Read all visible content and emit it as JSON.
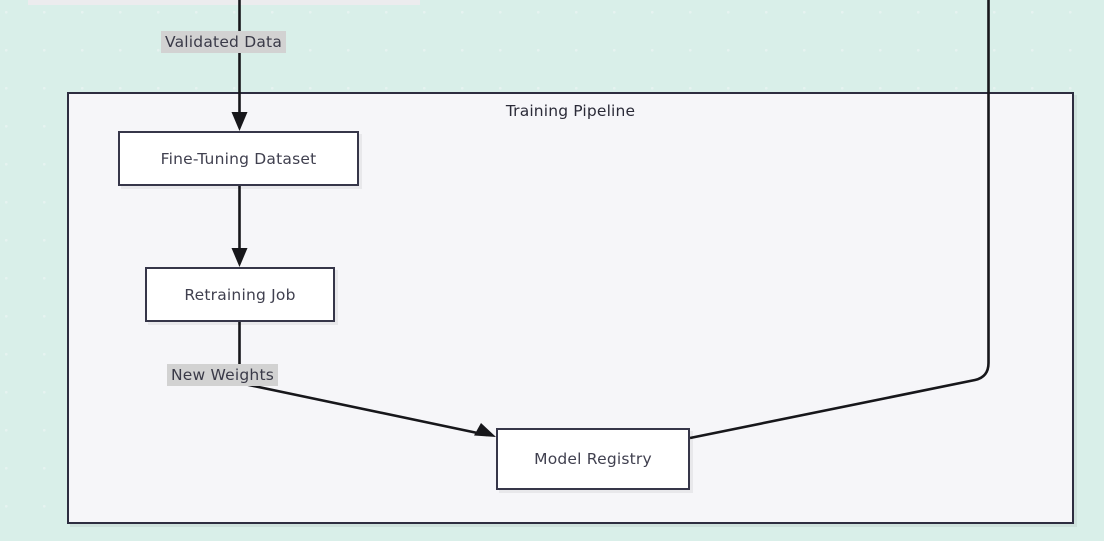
{
  "diagram": {
    "title_visible": false,
    "type": "flowchart",
    "background": {
      "color": "#ffffff",
      "grid": "cross-dot-grid",
      "grid_color": "#dceeea"
    },
    "subgraph": {
      "label": "Training Pipeline",
      "fill": "#f6f6f9",
      "border_color": "#2d2d40"
    },
    "nodes": [
      {
        "id": "fine-tuning-dataset",
        "label": "Fine-Tuning Dataset",
        "shape": "rectangle",
        "fill": "#ffffff",
        "border_color": "#363649"
      },
      {
        "id": "retraining-job",
        "label": "Retraining Job",
        "shape": "rectangle",
        "fill": "#ffffff",
        "border_color": "#363649"
      },
      {
        "id": "model-registry",
        "label": "Model Registry",
        "shape": "rectangle",
        "fill": "#ffffff",
        "border_color": "#363649"
      }
    ],
    "edge_labels": [
      {
        "id": "validated-data",
        "text": "Validated Data",
        "plate_color": "#d2d2d2",
        "text_color": "#3a3a48"
      },
      {
        "id": "new-weights",
        "text": "New Weights",
        "plate_color": "#d2d2d2",
        "text_color": "#3a3a48"
      }
    ],
    "edges": [
      {
        "id": "edge-incoming-to-dataset",
        "from": "(offscreen above)",
        "to": "fine-tuning-dataset",
        "label": "Validated Data",
        "arrow": true
      },
      {
        "id": "edge-dataset-to-retraining",
        "from": "fine-tuning-dataset",
        "to": "retraining-job",
        "label": "",
        "arrow": true
      },
      {
        "id": "edge-retraining-to-registry",
        "from": "retraining-job",
        "to": "model-registry",
        "label": "New Weights",
        "arrow": true
      },
      {
        "id": "edge-registry-to-offscreen",
        "from": "model-registry",
        "to": "(offscreen above right)",
        "label": "",
        "arrow": false
      }
    ],
    "stroke_color": "#17171b"
  }
}
